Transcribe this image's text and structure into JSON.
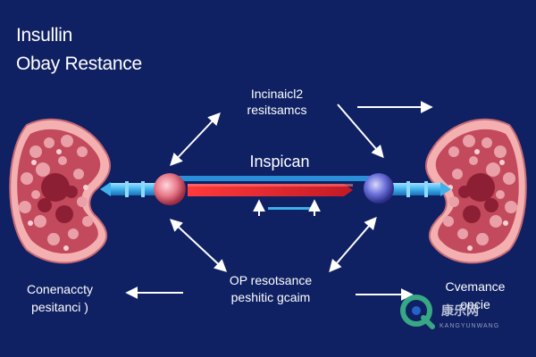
{
  "title": {
    "line1": "Insullin",
    "line2": "Obay Restance"
  },
  "labels": {
    "mid_top_1": "Incinaicl2",
    "mid_top_2": "resitsamcs",
    "center": "Inspican",
    "mid_bottom_1": "OP resotsance",
    "mid_bottom_2": "peshitic gcaim",
    "left_bottom_1": "Conenaccty",
    "left_bottom_2": "pesitanci )",
    "right_bottom_1": "Cvemance",
    "right_bottom_2": "oncie"
  },
  "watermark": {
    "text": "康乐网",
    "sub": "KANGYUNWANG"
  },
  "colors": {
    "background": "#0f2063",
    "arrow": "#ffffff",
    "blue_tube": "#3fb0ea",
    "red_band": "#e0202a",
    "pink_node": "#e87a8a",
    "purple_node": "#6b6fd8",
    "organ_outer": "#f2a6a6",
    "organ_cell": "#b0374a"
  }
}
